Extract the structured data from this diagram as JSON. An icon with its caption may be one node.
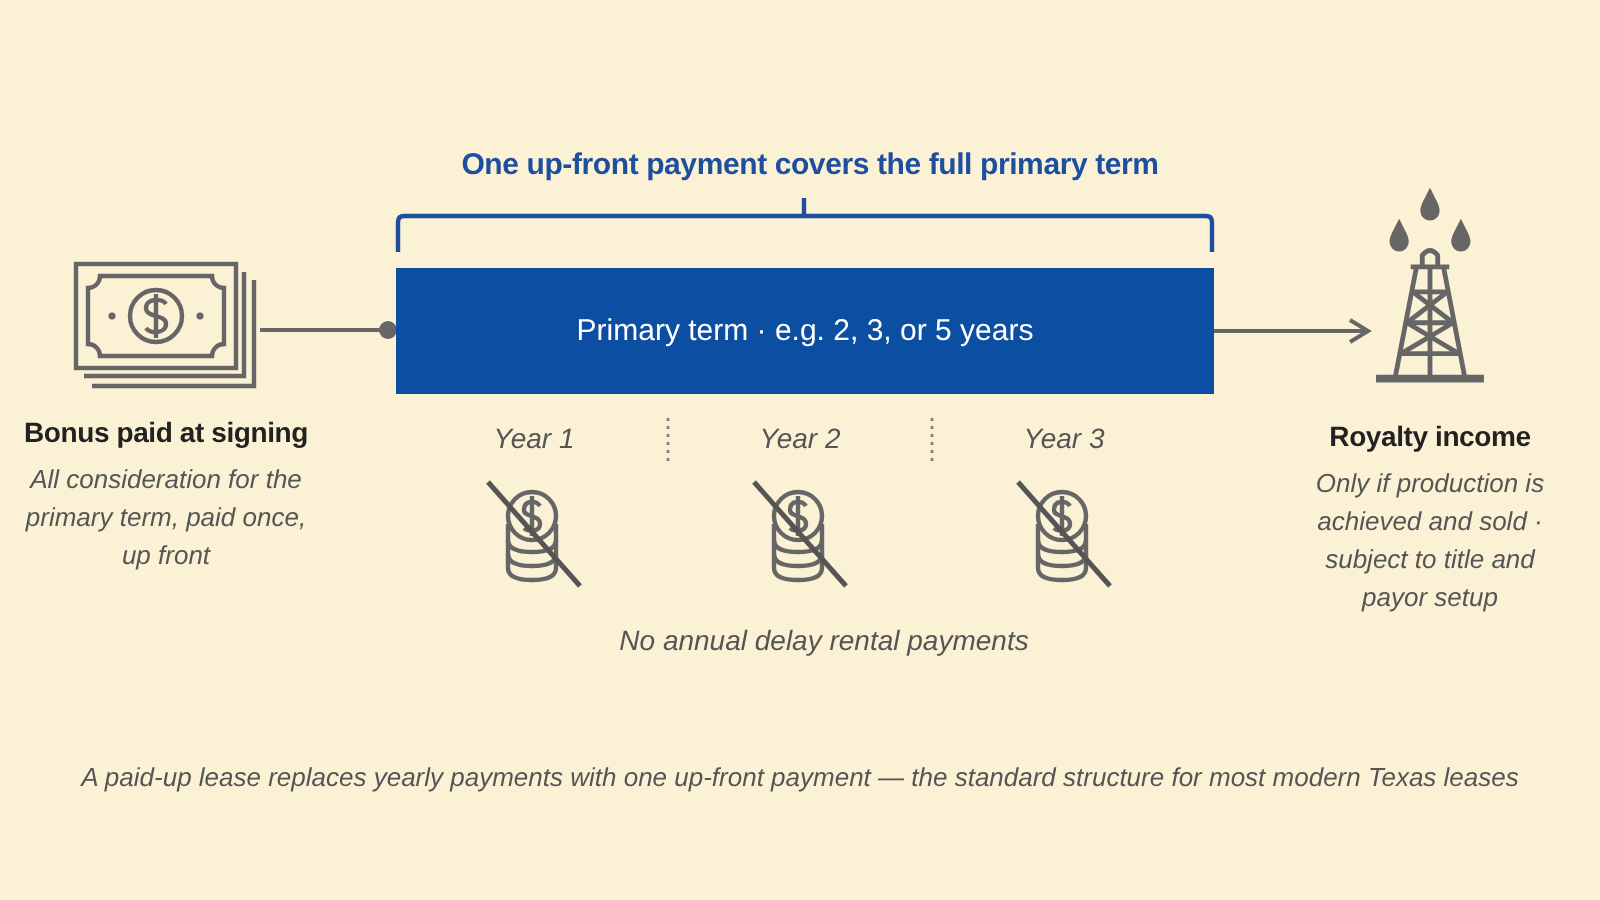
{
  "diagram": {
    "caption": "A paid-up lease replaces yearly payments with one up-front payment — the standard structure for most modern Texas leases",
    "nodes": [
      {
        "text": [
          "Bonus paid at signing",
          "All consideration for the primary term, paid once, up front"
        ]
      },
      {
        "text": [
          "Primary term · e.g. 2, 3, or 5 years"
        ]
      },
      {
        "text": [
          "Royalty income",
          "Only if production is achieved and sold · subject to title and payor setup"
        ]
      }
    ],
    "edges": [
      {
        "from": 0,
        "to": 1,
        "arrow": "other"
      },
      {
        "from": 1,
        "to": 2,
        "arrow": "to"
      }
    ],
    "labels": [
      "One up-front payment covers the full primary term",
      "Year 1",
      "Year 2",
      "Year 3",
      "No annual delay rental payments"
    ]
  }
}
